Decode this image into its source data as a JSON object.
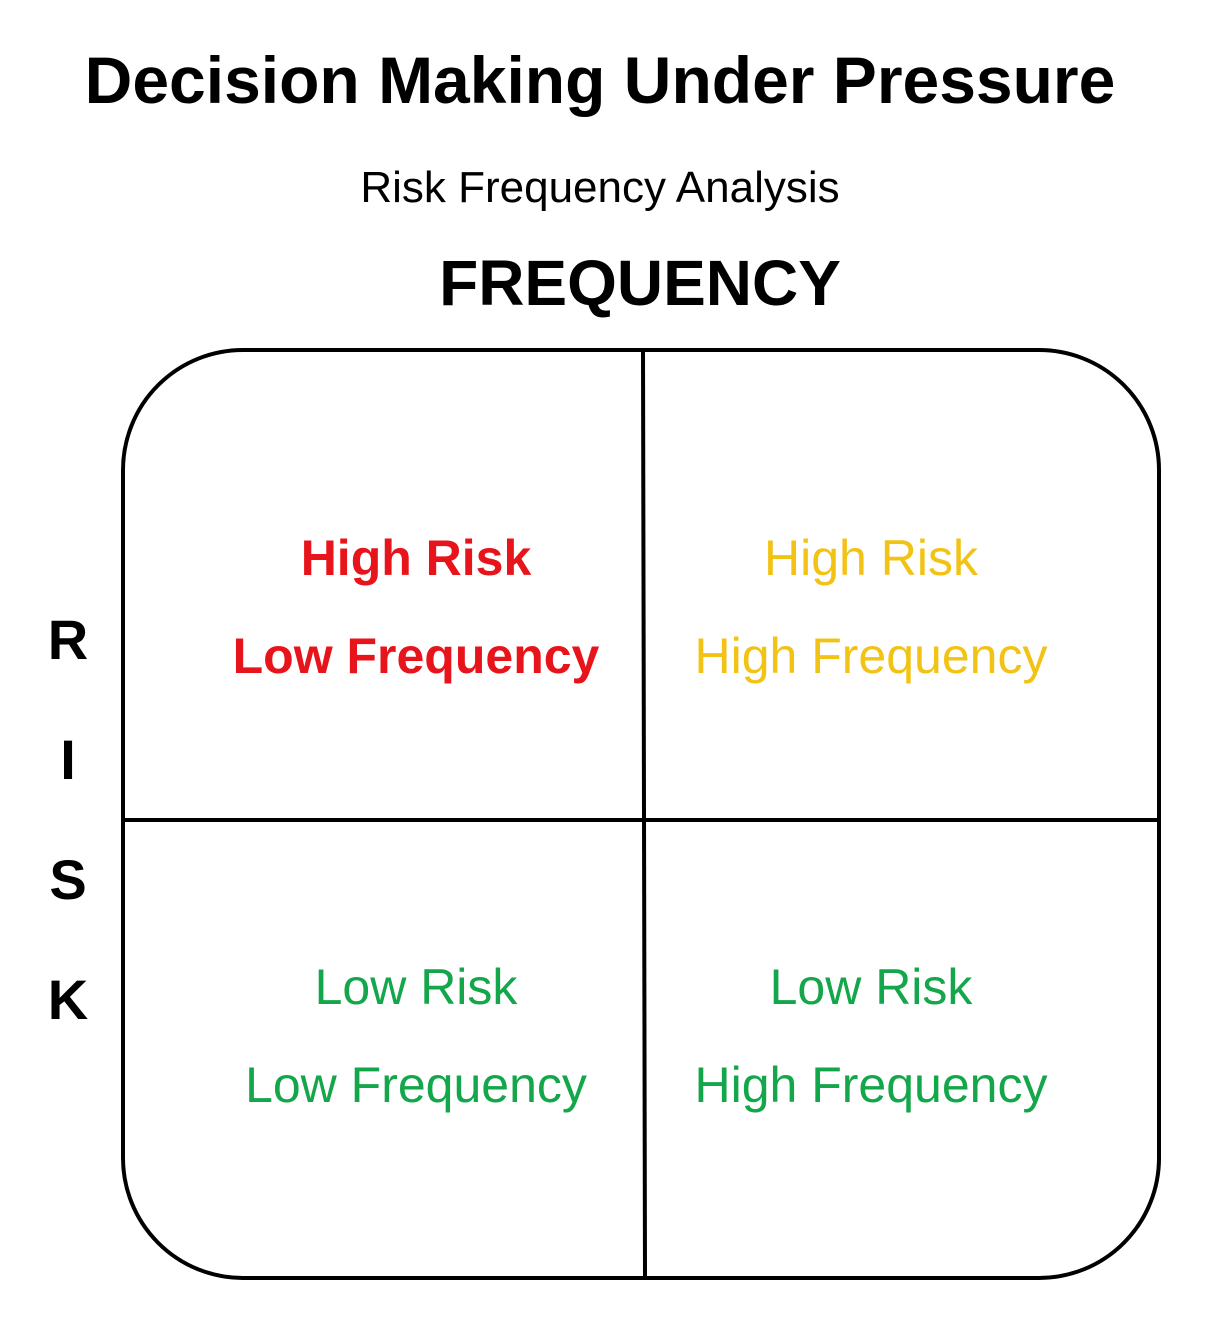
{
  "title": "Decision Making Under Pressure",
  "subtitle": "Risk Frequency Analysis",
  "axes": {
    "x_label": "FREQUENCY",
    "y_letters": [
      "R",
      "I",
      "S",
      "K"
    ]
  },
  "quadrants": [
    {
      "position": "top-left",
      "risk": "High Risk",
      "frequency": "Low Frequency",
      "color": "#e8141c",
      "bold": true
    },
    {
      "position": "top-right",
      "risk": "High Risk",
      "frequency": "High Frequency",
      "color": "#f2c314",
      "bold": false
    },
    {
      "position": "bottom-left",
      "risk": "Low Risk",
      "frequency": "Low Frequency",
      "color": "#13a64a",
      "bold": false
    },
    {
      "position": "bottom-right",
      "risk": "Low Risk",
      "frequency": "High Frequency",
      "color": "#13a64a",
      "bold": false
    }
  ],
  "colors": {
    "outline": "#000000",
    "background": "#ffffff"
  }
}
